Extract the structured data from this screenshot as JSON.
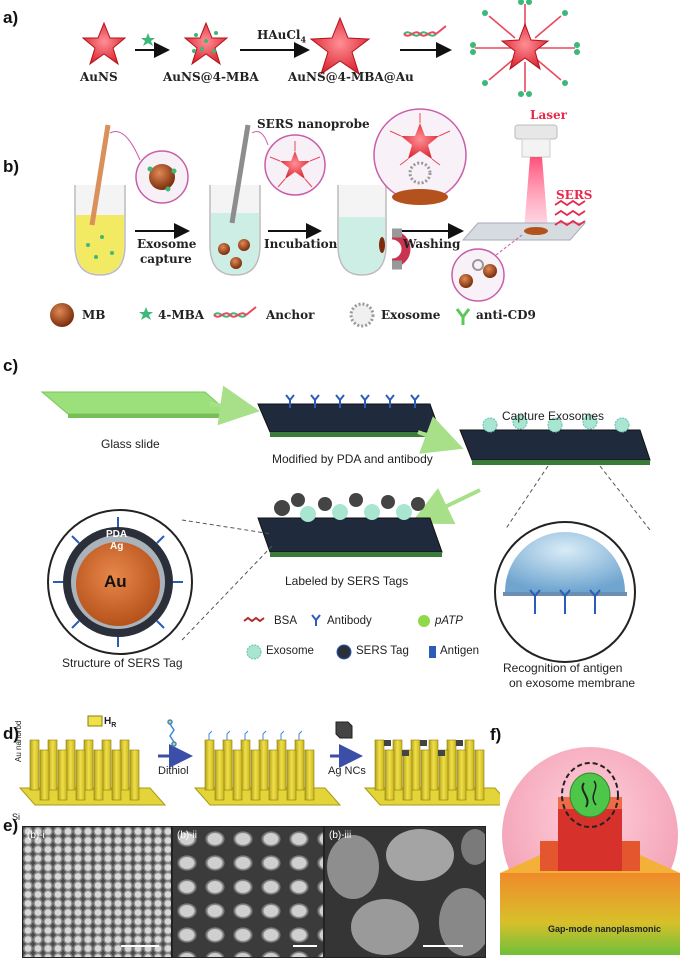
{
  "panel_a": {
    "label": "a)",
    "reagent_top": "HAuCl",
    "reagent_sub": "4",
    "items": [
      "AuNS",
      "AuNS@4-MBA",
      "AuNS@4-MBA@Au"
    ]
  },
  "panel_b": {
    "label": "b)",
    "probe_title": "SERS nanoprobe",
    "laser": "Laser",
    "sers": "SERS",
    "steps": [
      "Exosome",
      "capture",
      "Incubation",
      "Washing"
    ],
    "legend": [
      "MB",
      "4-MBA",
      "Anchor",
      "Exosome",
      "anti-CD9"
    ]
  },
  "panel_c": {
    "label": "c)",
    "glass": "Glass slide",
    "modified": "Modified by PDA and antibody",
    "capture": "Capture Exosomes",
    "labeled": "Labeled by SERS Tags",
    "structure": "Structure of SERS Tag",
    "recognition_1": "Recognition of antigen",
    "recognition_2": "on exosome membrane",
    "tag_layers": [
      "PDA",
      "Ag",
      "Au"
    ],
    "legend": [
      "BSA",
      "Antibody",
      "pATP",
      "Exosome",
      "SERS Tag",
      "Antigen"
    ]
  },
  "panel_d": {
    "label": "d)",
    "step1": "Dithiol",
    "step2": "Ag NCs",
    "hr": "H",
    "hr_sub": "R",
    "si": "Si",
    "side": "Au nanorod"
  },
  "panel_e": {
    "label": "e)",
    "sub": [
      "(b)-i",
      "(b)-ii",
      "(b)-iii"
    ]
  },
  "panel_f": {
    "label": "f)",
    "caption": "Gap-mode nanoplasmonic"
  },
  "colors": {
    "star": "#e8343c",
    "mb": "#a0421a",
    "mba": "#3cb878",
    "antibody": "#2b5db8",
    "glass": "#9be07a",
    "rod": "#e8d42a",
    "arrow_green": "#a8e08a",
    "arrow_blue": "#3b4fa8"
  }
}
